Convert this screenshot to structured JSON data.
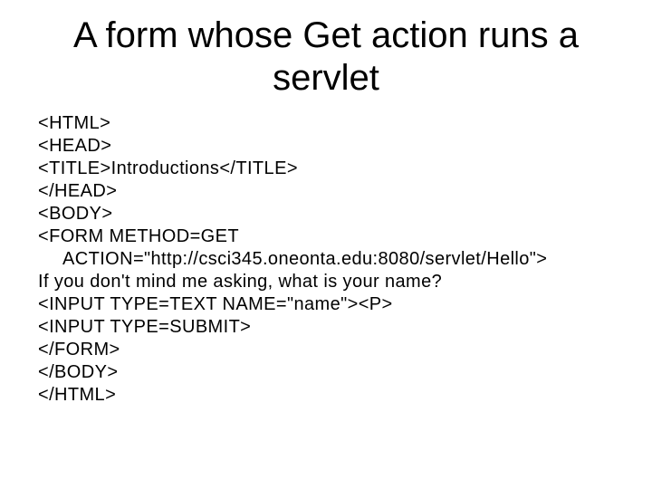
{
  "slide": {
    "colors": {
      "background": "#ffffff",
      "text": "#000000"
    },
    "title": {
      "line1": "A form whose Get action runs a",
      "line2": "servlet"
    },
    "code_lines": [
      "<HTML>",
      "<HEAD>",
      "<TITLE>Introductions</TITLE>",
      "</HEAD>",
      "<BODY>",
      "<FORM METHOD=GET",
      "ACTION=\"http://csci345.oneonta.edu:8080/servlet/Hello\">",
      "If you don't mind me asking, what is your name?",
      "<INPUT TYPE=TEXT NAME=\"name\"><P>",
      "<INPUT TYPE=SUBMIT>",
      "</FORM>",
      "</BODY>",
      "</HTML>"
    ]
  }
}
